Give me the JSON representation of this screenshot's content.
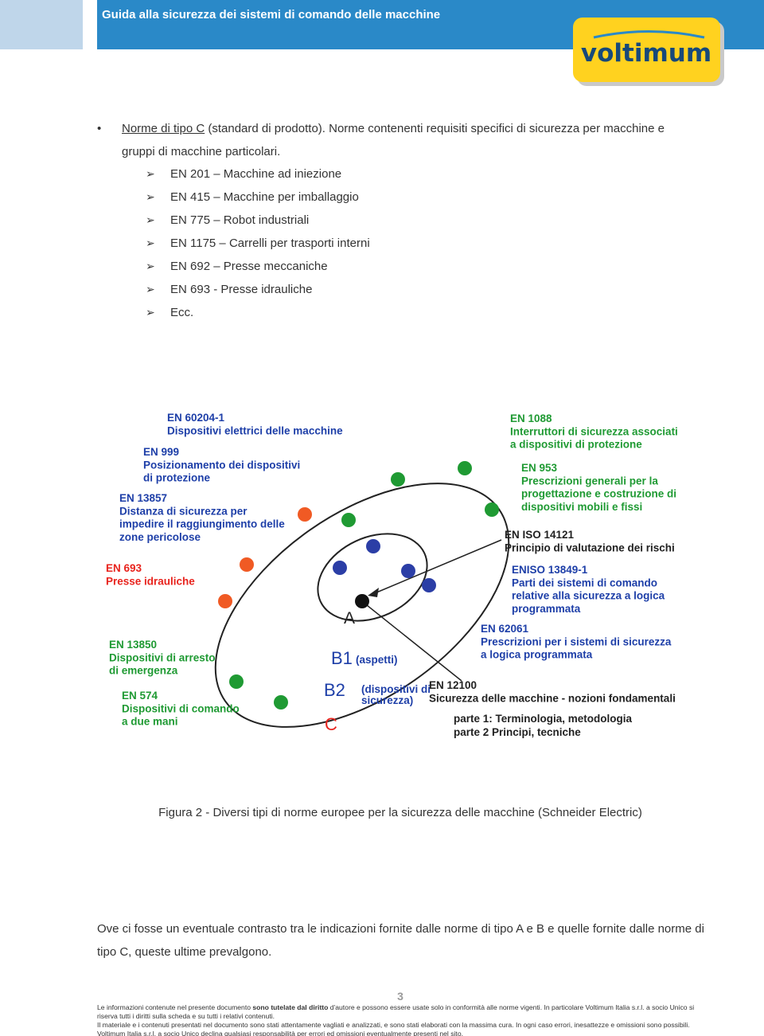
{
  "header": {
    "title": "Guida alla sicurezza dei sistemi di comando delle macchine"
  },
  "logo": {
    "text": "voltimum"
  },
  "bullet": {
    "marker": "•",
    "link_text": "Norme di tipo C",
    "rest_text": " (standard di prodotto). Norme contenenti requisiti specifici di sicurezza per macchine e gruppi di macchine particolari."
  },
  "sub_items": [
    "EN 201 – Macchine ad iniezione",
    "EN 415 – Macchine per imballaggio",
    "EN 775 – Robot industriali",
    "EN 1175 – Carrelli per trasporti interni",
    "EN 692 – Presse meccaniche",
    "EN 693 - Presse idrauliche",
    "Ecc."
  ],
  "figure": {
    "left_labels": [
      {
        "code": "EN 60204-1",
        "desc": [
          "Dispositivi elettrici delle macchine"
        ]
      },
      {
        "code": "EN 999",
        "desc": [
          "Posizionamento dei dispositivi",
          "di protezione"
        ]
      },
      {
        "code": "EN 13857",
        "desc": [
          "Distanza di sicurezza per",
          "impedire il raggiungimento delle",
          "zone pericolose"
        ]
      },
      {
        "code": "EN 693",
        "desc": [
          "Presse idrauliche"
        ]
      },
      {
        "code": "EN 13850",
        "desc": [
          "Dispositivi di arresto",
          "di emergenza"
        ]
      },
      {
        "code": "EN 574",
        "desc": [
          "Dispositivi di comando",
          "a due mani"
        ]
      }
    ],
    "right_labels": [
      {
        "code": "EN 1088",
        "desc": [
          "Interruttori di sicurezza associati",
          "a dispositivi di protezione"
        ]
      },
      {
        "code": "EN 953",
        "desc": [
          "Prescrizioni generali per la",
          "progettazione e costruzione di",
          "dispositivi mobili e fissi"
        ]
      },
      {
        "code": "EN ISO 14121",
        "desc": [
          "Principio di valutazione dei rischi"
        ]
      },
      {
        "code": "ENISO 13849-1",
        "desc": [
          "Parti dei sistemi di comando",
          "relative alla sicurezza a logica",
          "programmata"
        ]
      },
      {
        "code": "EN 62061",
        "desc": [
          "Prescrizioni per i sistemi di sicurezza",
          "a logica programmata"
        ]
      },
      {
        "code": "EN 12100",
        "desc": [
          "Sicurezza delle macchine - nozioni fondamentali"
        ]
      }
    ],
    "en12100_parts": [
      "parte 1: Terminologia, metodologia",
      "parte 2 Principi, tecniche"
    ],
    "center": {
      "a": "A",
      "b1": "B1",
      "b1_note": "(aspetti)",
      "b2": "B2",
      "b2_note": [
        "(dispositivi di",
        "sicurezza)"
      ],
      "c": "C"
    },
    "colors": {
      "blue": "#1e3fa8",
      "red": "#e8241e",
      "green": "#1f9a33",
      "orange": "#f05a24"
    }
  },
  "caption": "Figura 2 - Diversi tipi di norme europee per la sicurezza delle macchine (Schneider Electric)",
  "paragraph": "Ove ci fosse un eventuale contrasto tra le indicazioni fornite dalle norme di tipo A e B e quelle fornite dalle norme di tipo C, queste ultime prevalgono.",
  "page_number": "3",
  "footer": {
    "p1_start": "Le informazioni contenute nel presente documento ",
    "p1_bold": "sono tutelate dal diritto",
    "p1_end": " d'autore e possono essere usate solo in conformità alle norme vigenti. In particolare Voltimum Italia s.r.l. a socio Unico si riserva tutti i diritti sulla scheda e su tutti i relativi contenuti.",
    "p2": "Il materiale e i contenuti presentati nel documento sono stati attentamente vagliati e analizzati, e sono stati elaborati con la massima cura. In ogni caso errori, inesattezze e omissioni sono possibili. Voltimum Italia s.r.l. a socio Unico declina qualsiasi responsabilità per errori ed omissioni eventualmente presenti nel sito."
  }
}
